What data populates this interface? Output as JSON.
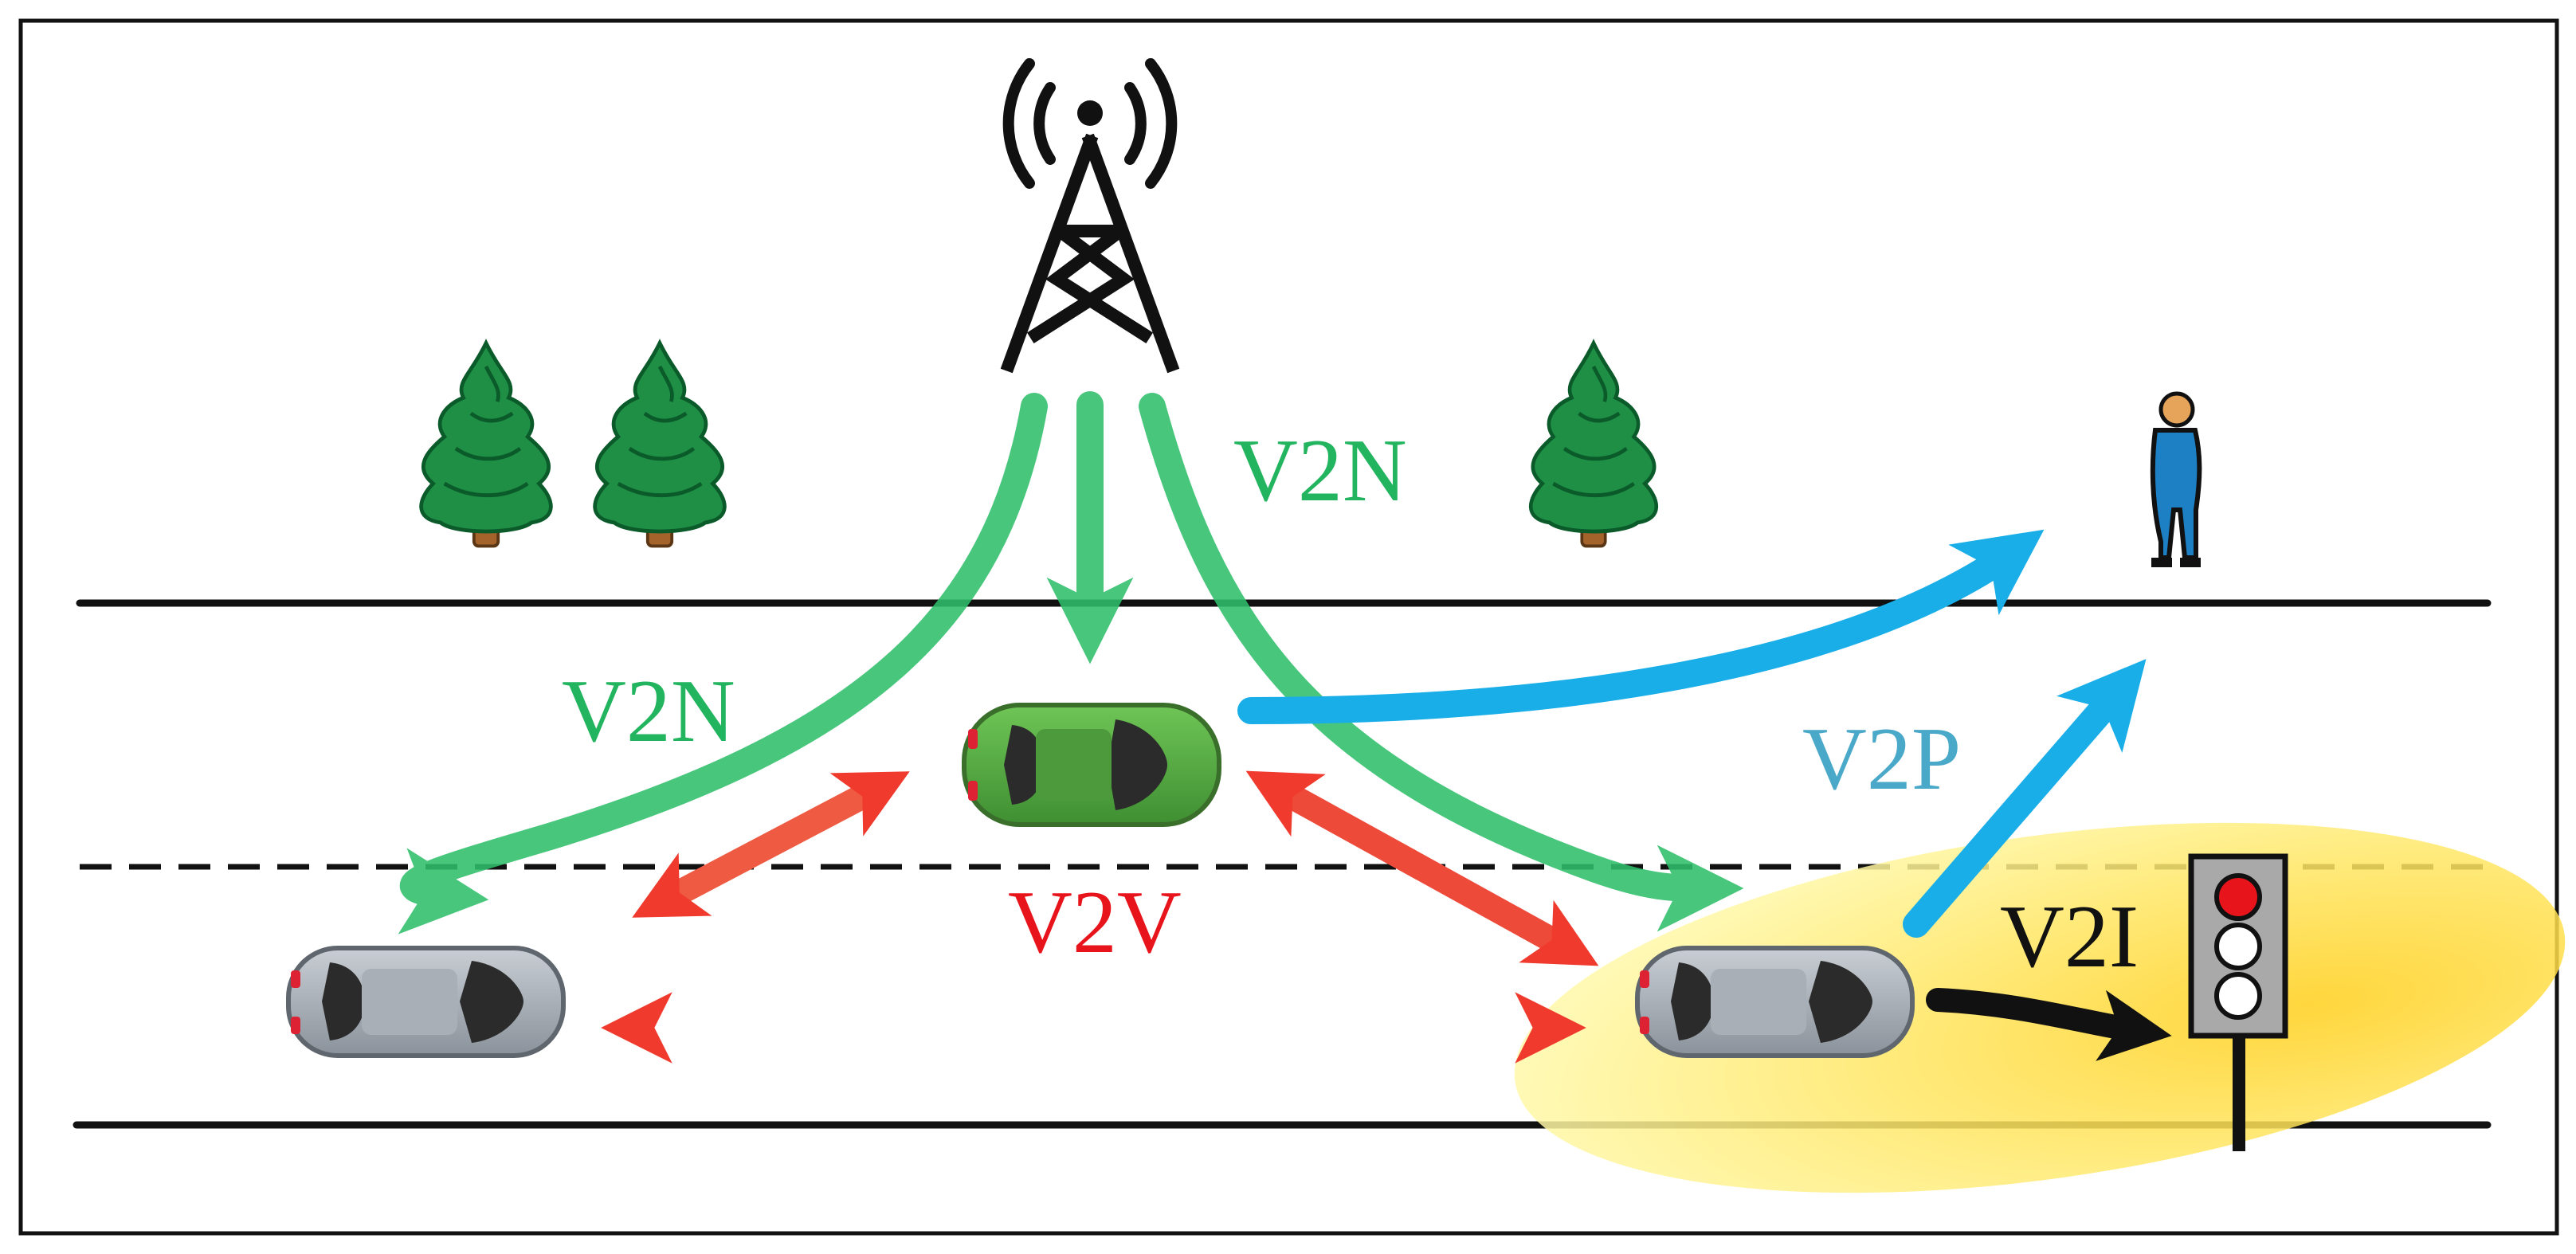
{
  "labels": {
    "v2n_left": "V2N",
    "v2n_right": "V2N",
    "v2v": "V2V",
    "v2p": "V2P",
    "v2i": "V2I"
  },
  "colors": {
    "v2n": "#2fbf6b",
    "v2v": "#f03a2e",
    "v2p": "#19aee8",
    "v2p_text": "#4aa8c8",
    "v2i": "#111111",
    "glow": "#ffd700",
    "tree": "#1e8f45",
    "car_green": "#5cb843",
    "car_gray": "#9aa3ad"
  },
  "icons": [
    "cell-tower-icon",
    "tree-icon",
    "car-icon",
    "pedestrian-icon",
    "traffic-light-icon"
  ]
}
